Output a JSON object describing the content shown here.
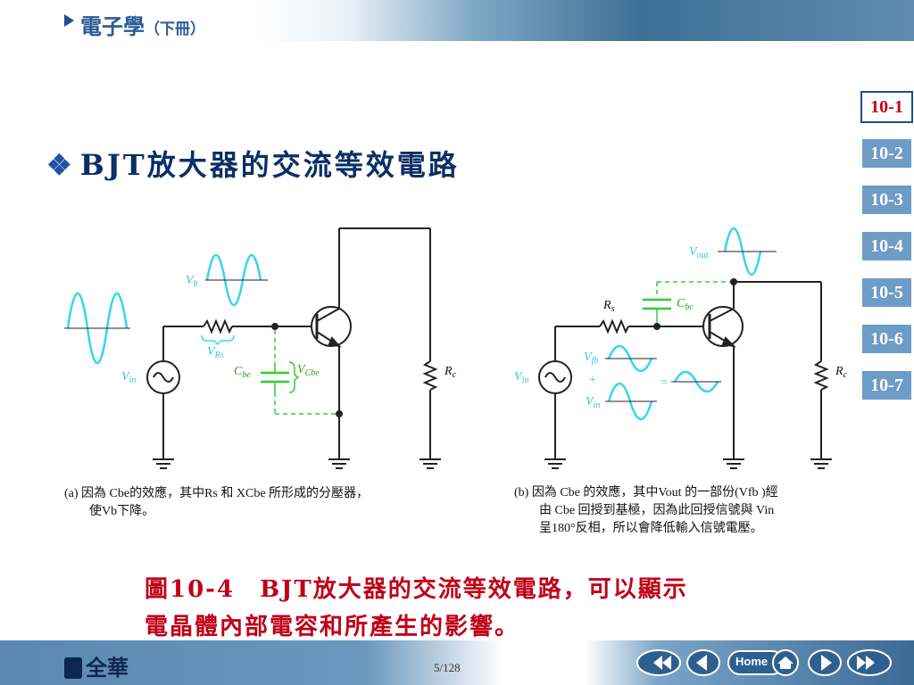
{
  "header": {
    "book_title": "電子學",
    "book_subtitle": "（下冊）"
  },
  "slide": {
    "title": "BJT放大器的交流等效電路"
  },
  "nav_tabs": [
    "10-1",
    "10-2",
    "10-3",
    "10-4",
    "10-5",
    "10-6",
    "10-7"
  ],
  "active_tab": "10-1",
  "circuit_a": {
    "labels": {
      "vb": "V",
      "vb_sub": "b",
      "vrs": "V",
      "vrs_sub": "Rs",
      "vin": "V",
      "vin_sub": "in",
      "cbe": "C",
      "cbe_sub": "be",
      "vcbe": "V",
      "vcbe_sub": "Cbe",
      "rc": "R",
      "rc_sub": "c"
    },
    "caption_prefix": "(a)",
    "caption_line1": "因為 Cbe的效應，其中Rs 和 XCbe 所形成的分壓器，",
    "caption_line2": "使Vb下降。"
  },
  "circuit_b": {
    "labels": {
      "vout": "V",
      "vout_sub": "out",
      "rs": "R",
      "rs_sub": "s",
      "cbc": "C",
      "cbc_sub": "bc",
      "vfb": "V",
      "vfb_sub": "fb",
      "plus": "+",
      "vin2": "V",
      "vin2_sub": "in",
      "eq": "=",
      "vin": "V",
      "vin_sub": "in",
      "rc": "R",
      "rc_sub": "c"
    },
    "caption_prefix": "(b)",
    "caption_line1": "因為 Cbe 的效應，其中Vout 的一部份(Vfb )經",
    "caption_line2": "由 Cbe 回授到基極，因為此回授信號與 Vin",
    "caption_line3": "呈180°反相，所以會降低輸入信號電壓。"
  },
  "figure_caption": {
    "line1": "圖10-4　BJT放大器的交流等效電路，可以顯示",
    "line2": "電晶體內部電容和所產生的影響。"
  },
  "footer": {
    "logo": "全華",
    "page": "5/128"
  },
  "nav_buttons": {
    "home_label": "Home"
  },
  "colors": {
    "title": "#0b2f66",
    "figure_caption": "#c00018",
    "signal": "#33d6f0",
    "capacitor": "#33cc33",
    "tab": "#6d9cc6"
  }
}
